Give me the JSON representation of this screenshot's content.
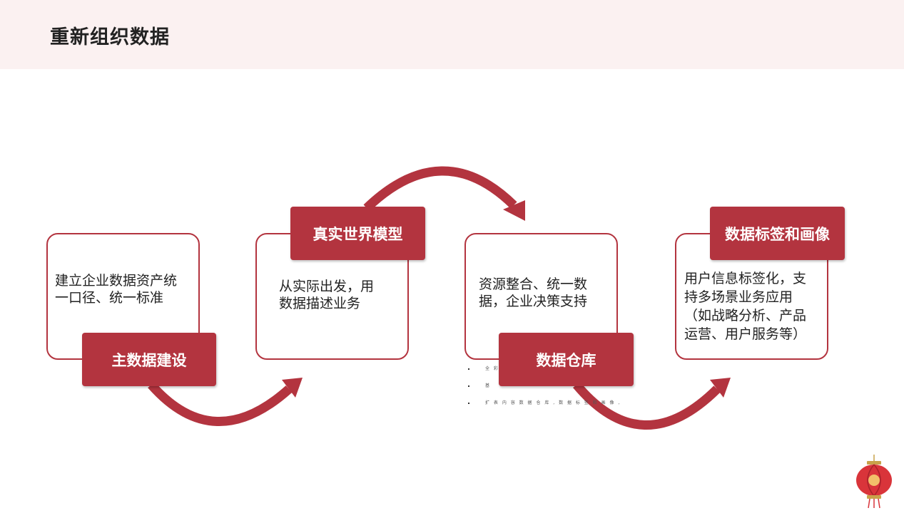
{
  "page": {
    "title": "重新组织数据"
  },
  "colors": {
    "accent": "#b3343f",
    "header_bg": "#fbf1f1",
    "text": "#222222"
  },
  "steps": [
    {
      "label": "主数据建设",
      "text_lines": [
        "建立企业数据资产统",
        "一口径、统一标准"
      ]
    },
    {
      "label": "真实世界模型",
      "text_lines": [
        "从实际出发，用",
        "数据描述业务"
      ]
    },
    {
      "label": "数据仓库",
      "text_lines": [
        "资源整合、统一数",
        "据，企业决策支持"
      ]
    },
    {
      "label": "数据标签和画像",
      "text_lines": [
        "用户信息标签化，支",
        "持多场景业务应用",
        "（如战略分析、产品",
        "运营、用户服务等）"
      ]
    }
  ],
  "tiny_notes": [
    "全 彩",
    "基",
    "扩 表 内 容  数 据 仓 库 , 数 据 标 签 和 画 像 ,"
  ],
  "icons": {
    "flow_arrow": "curved-arrow-icon",
    "decoration": "lantern-icon"
  }
}
